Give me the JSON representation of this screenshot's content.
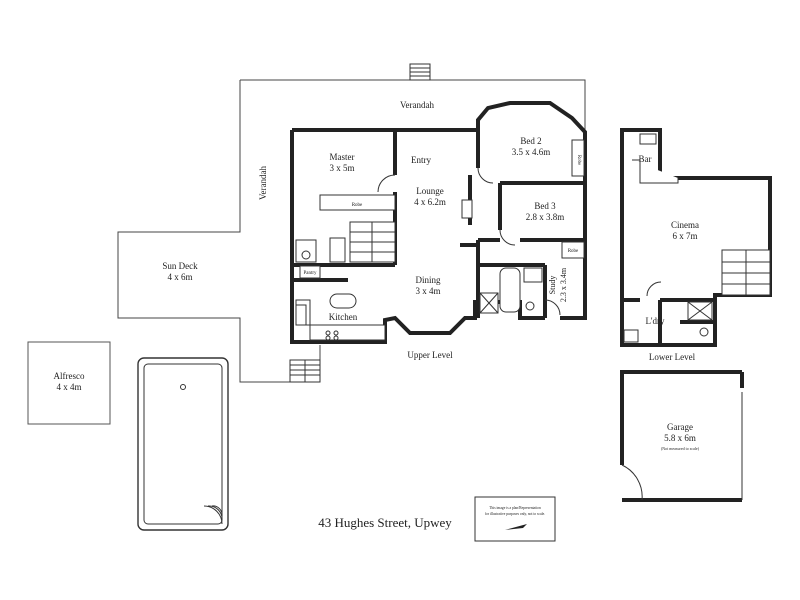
{
  "rooms": {
    "verandah_top": "Verandah",
    "verandah_side": "Verandah",
    "master_name": "Master",
    "master_size": "3 x 5m",
    "entry": "Entry",
    "lounge_name": "Lounge",
    "lounge_size": "4 x 6.2m",
    "bed2_name": "Bed 2",
    "bed2_size": "3.5 x 4.6m",
    "bed3_name": "Bed 3",
    "bed3_size": "2.8 x 3.8m",
    "sundeck_name": "Sun Deck",
    "sundeck_size": "4 x 6m",
    "dining_name": "Dining",
    "dining_size": "3 x 4m",
    "study": "Study",
    "study_size": "2.3 x 3.4m",
    "kitchen": "Kitchen",
    "pantry": "Pantry",
    "robe_master": "Robe",
    "robe_bed2": "Robe",
    "robe_bed3": "Robe",
    "alfresco_name": "Alfresco",
    "alfresco_size": "4 x 4m",
    "bar": "Bar",
    "cinema_name": "Cinema",
    "cinema_size": "6 x 7m",
    "ldry": "L'dry",
    "garage_name": "Garage",
    "garage_size": "5.8 x 6m",
    "garage_note": "(Not measured to scale)"
  },
  "levels": {
    "upper": "Upper Level",
    "lower": "Lower Level"
  },
  "address": "43 Hughes Street, Upwey",
  "disclaimer": {
    "line1": "This image is a plan/Representation",
    "line2": "for illustrative purposes only, not to scale."
  }
}
